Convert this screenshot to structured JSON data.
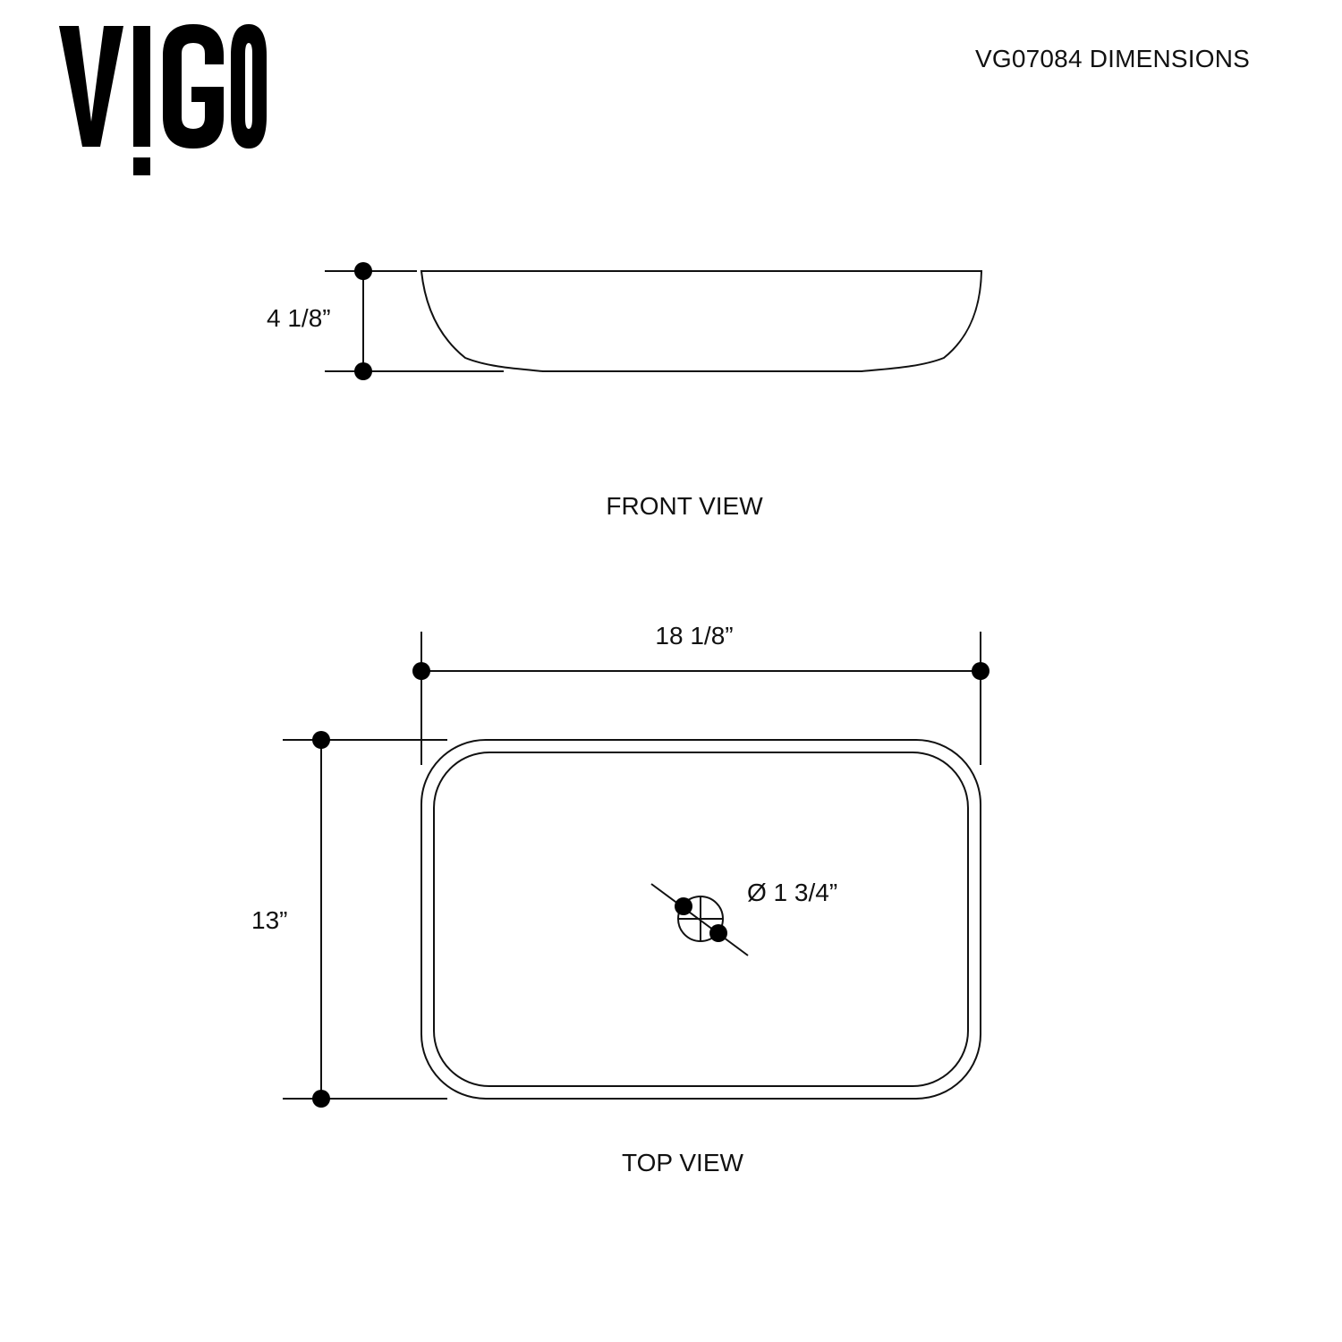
{
  "brand": {
    "logo_text": "VIGO"
  },
  "header": {
    "title": "VG07084 DIMENSIONS"
  },
  "front_view": {
    "label": "FRONT VIEW",
    "height_dimension": "4 1/8”"
  },
  "top_view": {
    "label": "TOP VIEW",
    "width_dimension": "18 1/8”",
    "depth_dimension": "13”",
    "drain_dimension": "Ø 1 3/4”"
  },
  "colors": {
    "line": "#111111",
    "background": "#ffffff"
  }
}
